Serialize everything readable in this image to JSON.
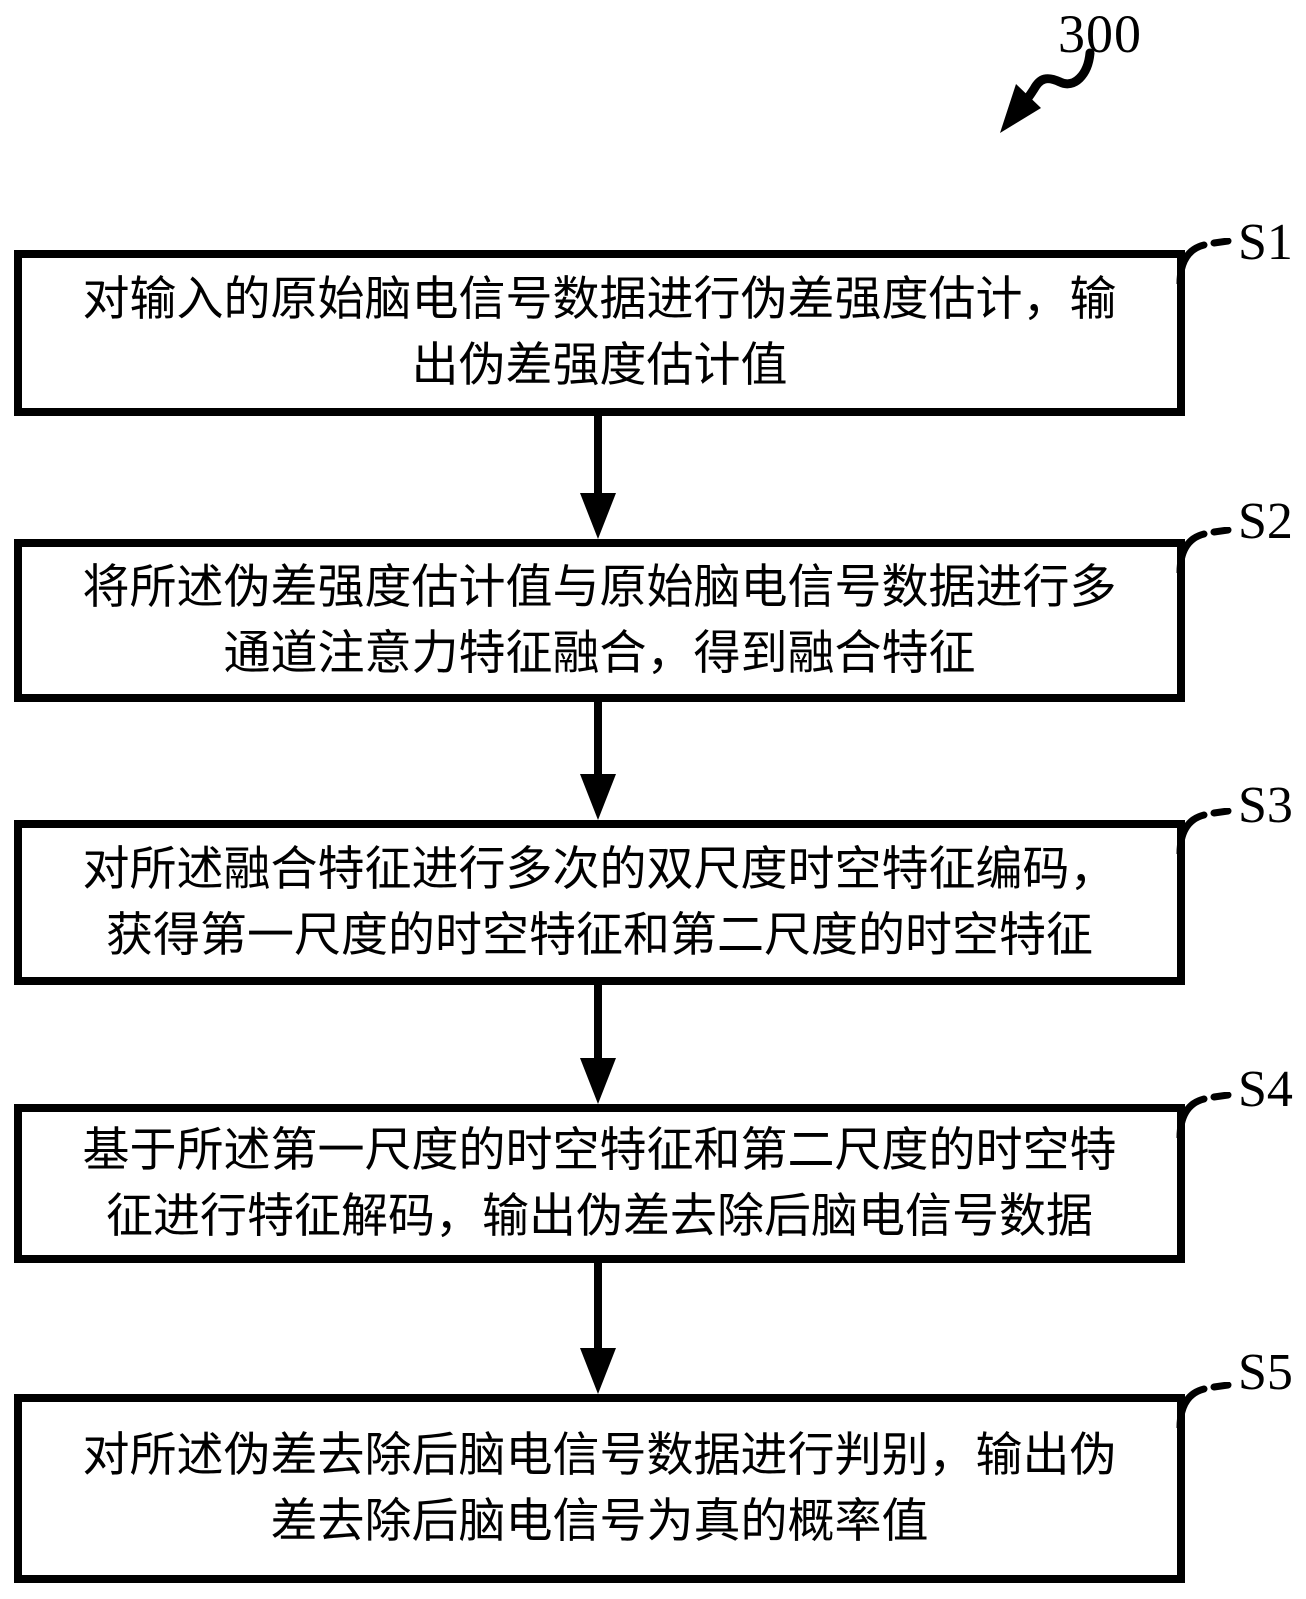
{
  "figure": {
    "reference_number": "300"
  },
  "steps": [
    {
      "label": "S1",
      "lines": [
        "对输入的原始脑电信号数据进行伪差强度估计，输",
        "出伪差强度估计值"
      ]
    },
    {
      "label": "S2",
      "lines": [
        "将所述伪差强度估计值与原始脑电信号数据进行多",
        "通道注意力特征融合，得到融合特征"
      ]
    },
    {
      "label": "S3",
      "lines": [
        "对所述融合特征进行多次的双尺度时空特征编码，",
        "获得第一尺度的时空特征和第二尺度的时空特征"
      ]
    },
    {
      "label": "S4",
      "lines": [
        "基于所述第一尺度的时空特征和第二尺度的时空特",
        "征进行特征解码，输出伪差去除后脑电信号数据"
      ]
    },
    {
      "label": "S5",
      "lines": [
        "对所述伪差去除后脑电信号数据进行判别，输出伪",
        "差去除后脑电信号为真的概率值"
      ]
    }
  ],
  "colors": {
    "ink": "#000000",
    "background": "#ffffff"
  }
}
